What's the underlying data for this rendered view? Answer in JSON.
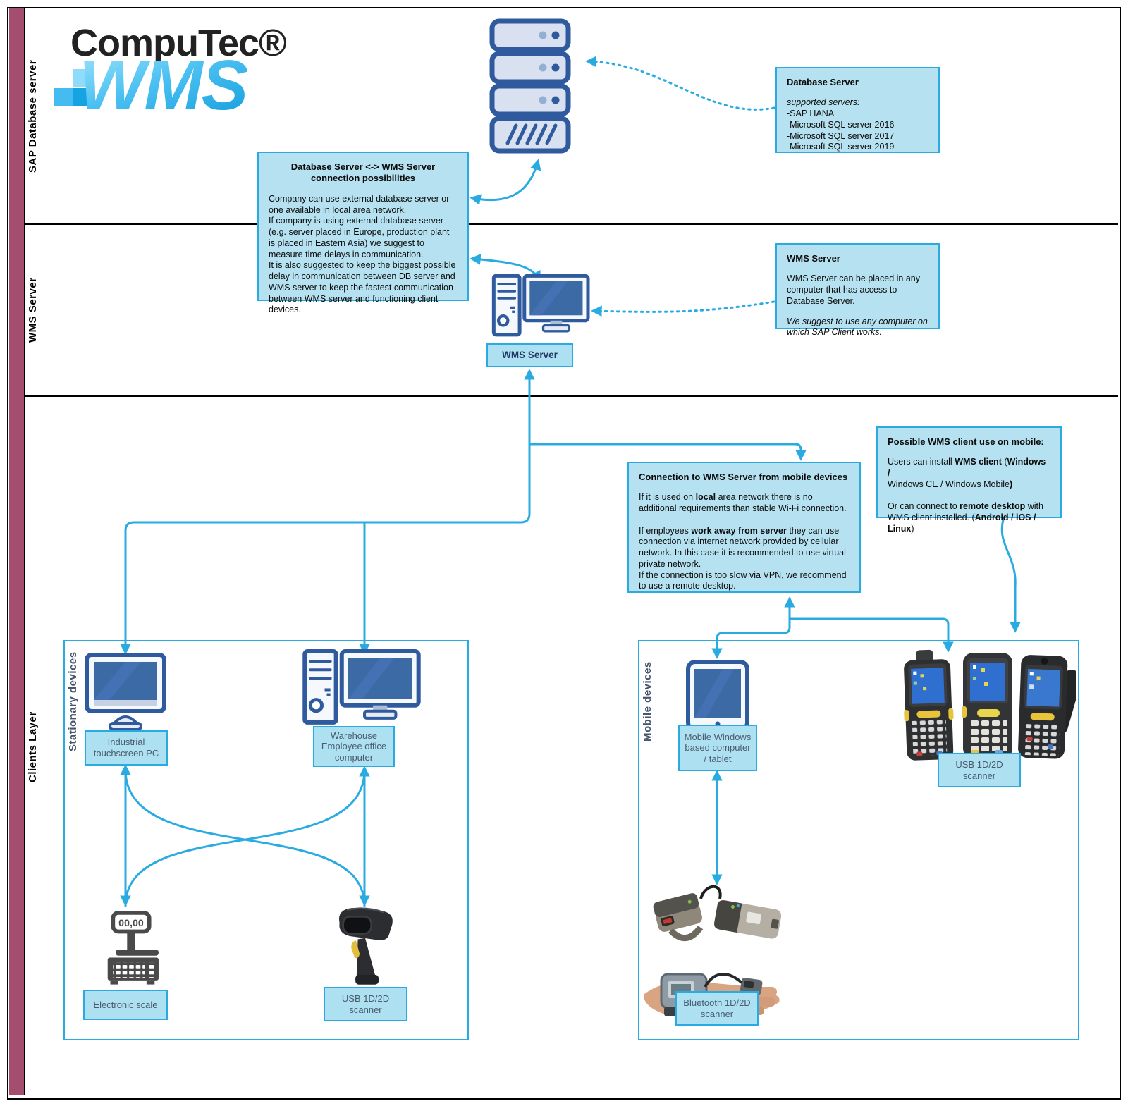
{
  "lanes": [
    {
      "label": "SAP Database server"
    },
    {
      "label": "WMS Server"
    },
    {
      "label": "Clients Layer"
    }
  ],
  "logo": {
    "brand": "CompuTec®",
    "product": "WMS"
  },
  "boxes": {
    "database_server": {
      "title": "Database Server",
      "intro": "supported servers:",
      "items": [
        "-SAP HANA",
        "-Microsoft SQL server 2016",
        "-Microsoft SQL server 2017",
        "-Microsoft SQL server 2019"
      ]
    },
    "db_wms_connection": {
      "title": "Database Server <-> WMS Server connection possibilities",
      "body": "Company can use external database server or one available in local area network.\nIf company is using external database server (e.g. server placed in Europe, production plant is placed in Eastern Asia) we suggest to measure time delays in communication.\nIt is also suggested to keep the biggest possible delay in communication between DB server and WMS server to keep the fastest communication between WMS server and functioning client devices."
    },
    "wms_server": {
      "title": "WMS Server",
      "body": "WMS Server can be placed in any computer that has access to Database Server.",
      "note": "We suggest to use any computer on which SAP Client works."
    },
    "mobile_connection": {
      "title": "Connection to WMS Server from mobile devices",
      "body": "If it is used on **local** area network there is no additional requirements than stable Wi-Fi connection.\n\nIf employees **work away from server** they can use connection via internet network provided by cellular network. In this case it is recommended to use virtual private network.\nIf the connection is too slow via VPN, we recommend to use a remote desktop."
    },
    "mobile_client": {
      "title": "Possible WMS client use on mobile:",
      "body": "Users can install **WMS client** (**Windows /\n Windows CE / Windows Mobile**)\n\nOr can connect to **remote desktop** with WMS client installed. (**Android / iOS / Linux**)"
    }
  },
  "groups": {
    "stationary": "Stationary devices",
    "mobile": "Mobile devices"
  },
  "device_labels": {
    "wms_server": "WMS Server",
    "industrial_pc": "Industrial touchscreen PC",
    "warehouse_pc": "Warehouse Employee office computer",
    "electronic_scale": "Electronic scale",
    "usb_scanner_left": "USB 1D/2D scanner",
    "tablet": "Mobile Windows based computer / tablet",
    "usb_scanner_right": "USB 1D/2D scanner",
    "bluetooth_scanner": "Bluetooth 1D/2D scanner"
  },
  "scale_display": "00,00",
  "colors": {
    "accent": "#29ABE2",
    "box_fill": "#B5E1F0",
    "lane_bar": "#A54D6E",
    "icon_stroke": "#2F5B9E",
    "screen_blue": "#3C6AA5"
  }
}
